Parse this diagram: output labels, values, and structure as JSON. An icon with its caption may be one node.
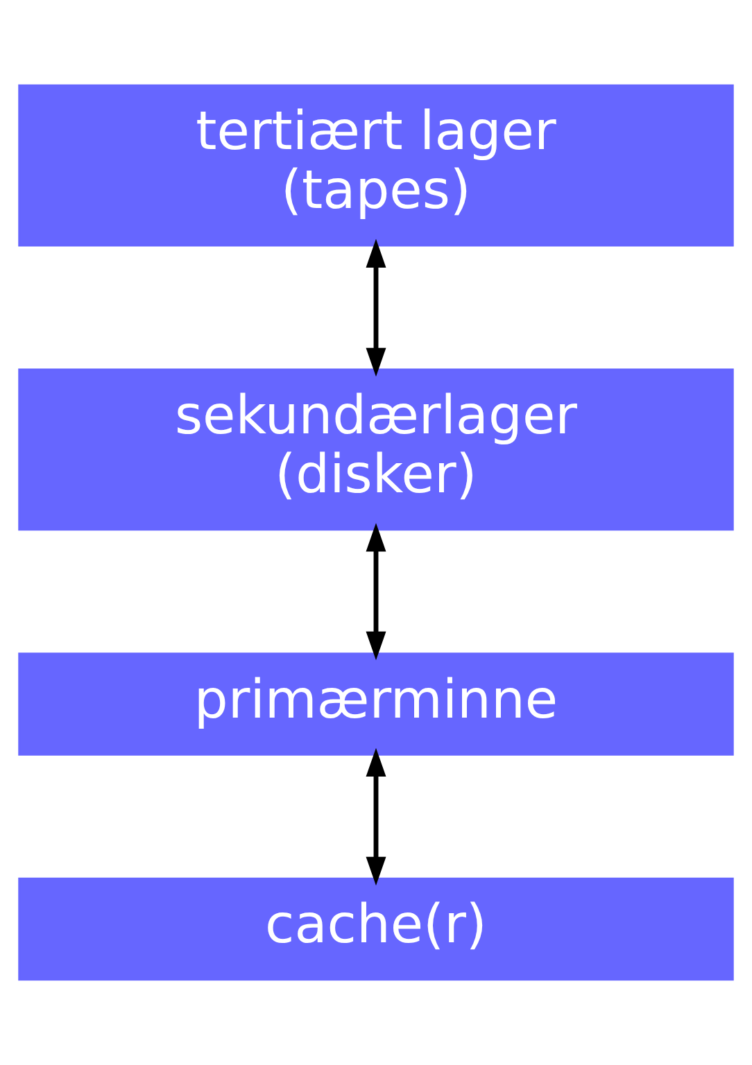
{
  "diagram": {
    "nodes": [
      {
        "text": [
          "tertiært lager",
          "(tapes)"
        ]
      },
      {
        "text": [
          "sekundærlager",
          "(disker)"
        ]
      },
      {
        "text": [
          "primærminne"
        ]
      },
      {
        "text": [
          "cache(r)"
        ]
      }
    ],
    "edges": [
      {
        "from": 0,
        "to": 1,
        "arrow": "both"
      },
      {
        "from": 1,
        "to": 2,
        "arrow": "both"
      },
      {
        "from": 2,
        "to": 3,
        "arrow": "both"
      }
    ]
  }
}
